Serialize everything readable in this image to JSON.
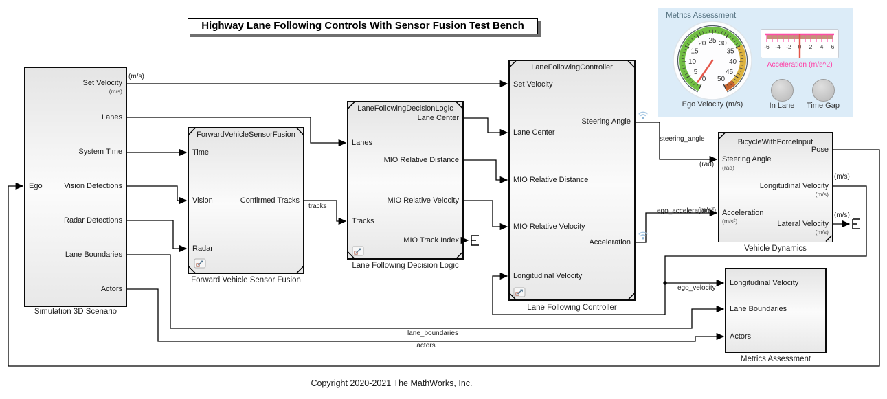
{
  "title": "Highway Lane Following Controls With Sensor Fusion Test Bench",
  "copyright": "Copyright 2020-2021 The MathWorks, Inc.",
  "blocks": {
    "sim3d": {
      "label": "Simulation 3D Scenario",
      "input": "Ego",
      "outputs": [
        {
          "label": "Set Velocity",
          "unit": "(m/s)"
        },
        {
          "label": "Lanes"
        },
        {
          "label": "System Time"
        },
        {
          "label": "Vision Detections"
        },
        {
          "label": "Radar Detections"
        },
        {
          "label": "Lane Boundaries"
        },
        {
          "label": "Actors"
        }
      ]
    },
    "sensor_fusion": {
      "name": "ForwardVehicleSensorFusion",
      "label": "Forward Vehicle Sensor Fusion",
      "inputs": [
        "Time",
        "Vision",
        "Radar"
      ],
      "outputs": [
        "Confirmed Tracks"
      ]
    },
    "decision_logic": {
      "name": "LaneFollowingDecisionLogic",
      "label": "Lane Following Decision Logic",
      "inputs": [
        "Lanes",
        "Tracks"
      ],
      "outputs": [
        "Lane Center",
        "MIO Relative Distance",
        "MIO Relative Velocity",
        "MIO Track Index"
      ]
    },
    "controller": {
      "name": "LaneFollowingController",
      "label": "Lane Following Controller",
      "inputs": [
        "Set Velocity",
        "Lane Center",
        "MIO Relative Distance",
        "MIO Relative Velocity",
        "Longitudinal Velocity"
      ],
      "outputs": [
        "Steering Angle",
        "Acceleration"
      ]
    },
    "vehicle_dynamics": {
      "name": "BicycleWithForceInput",
      "label": "Vehicle Dynamics",
      "inputs": [
        {
          "label": "Steering Angle",
          "unit": "(rad)"
        },
        {
          "label": "Acceleration",
          "unit": "(m/s²)"
        }
      ],
      "outputs": [
        {
          "label": "Pose"
        },
        {
          "label": "Longitudinal Velocity",
          "unit": "(m/s)"
        },
        {
          "label": "Lateral Velocity",
          "unit": "(m/s)"
        }
      ]
    },
    "metrics": {
      "label": "Metrics Assessment",
      "inputs": [
        "Longitudinal Velocity",
        "Lane Boundaries",
        "Actors"
      ]
    }
  },
  "signals": {
    "set_velocity_unit": "(m/s)",
    "tracks": "tracks",
    "steering_angle": "steering_angle",
    "steering_unit": "(rad)",
    "ego_acceleration": "ego_acceleration",
    "ego_acceleration_unit": "(m/s²)",
    "ego_velocity": "ego_velocity",
    "lane_boundaries": "lane_boundaries",
    "actors": "actors",
    "longitudinal_velocity_unit": "(m/s)",
    "lateral_velocity_unit": "(m/s)"
  },
  "dashboard": {
    "title": "Metrics Assessment",
    "gauge": {
      "label": "Ego Velocity (m/s)",
      "min": 0,
      "max": 50,
      "major_step": 5,
      "value": 1.5,
      "tick_labels": [
        "0",
        "5",
        "10",
        "15",
        "20",
        "25",
        "30",
        "35",
        "40",
        "45",
        "50"
      ],
      "bands": [
        {
          "from": 0,
          "to": 35,
          "color": "#72bf44"
        },
        {
          "from": 35,
          "to": 47,
          "color": "#ddb33f"
        },
        {
          "from": 47,
          "to": 50,
          "color": "#c8652f"
        }
      ],
      "needle_color": "#e4564a"
    },
    "linear_gauge": {
      "label": "Acceleration (m/s^2)",
      "min": -6,
      "max": 6,
      "major_step": 1,
      "minor_step": 0.25,
      "value": 0,
      "tick_labels": [
        "-6",
        "-4",
        "-2",
        "0",
        "2",
        "4",
        "6"
      ],
      "accent": "#ff4fa8",
      "band_color": "#9dc05c",
      "needle_color": "#e4564a"
    },
    "lamps": [
      {
        "label": "In Lane"
      },
      {
        "label": "Time Gap"
      }
    ]
  }
}
